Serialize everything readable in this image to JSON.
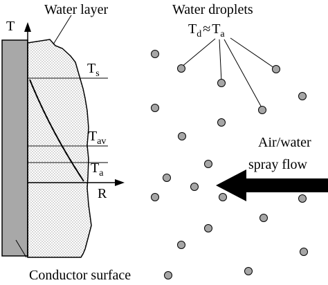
{
  "labels": {
    "water_layer": "Water layer",
    "water_droplets": "Water droplets",
    "axis_T": "T",
    "axis_R": "R",
    "conductor_surface": "Conductor surface",
    "air_water_line1": "Air/water",
    "air_water_line2": "spray flow"
  },
  "temperatures": {
    "ts_main": "T",
    "ts_sub": "s",
    "tav_main": "T",
    "tav_sub": "av",
    "ta_main": "T",
    "ta_sub": "a",
    "relation_lhs_main": "T",
    "relation_lhs_sub": "d",
    "relation_op": "≈",
    "relation_rhs_main": "T",
    "relation_rhs_sub": "a"
  },
  "colors": {
    "conductor": "#a8a8a8",
    "droplet": "#a6a6a6",
    "ink": "#000000",
    "background": "#ffffff"
  }
}
